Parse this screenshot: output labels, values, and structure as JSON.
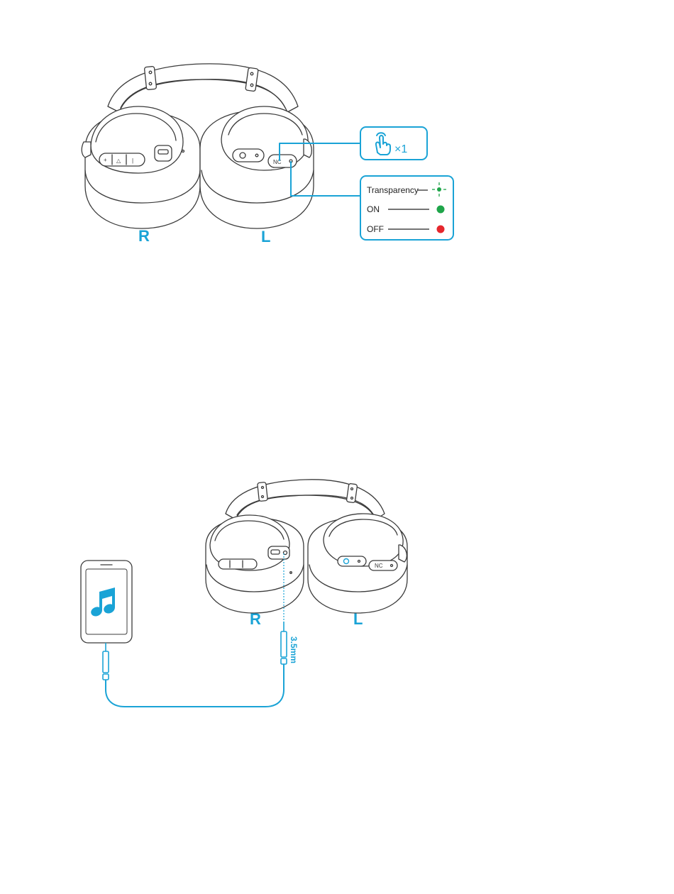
{
  "figure1": {
    "right_label": "R",
    "left_label": "L",
    "nc_button_label": "NC",
    "tap_count": "×1",
    "legend": [
      {
        "label": "Transparency",
        "indicator": "blinking",
        "color": "#1fa54a"
      },
      {
        "label": "ON",
        "indicator": "solid",
        "color": "#1fa54a"
      },
      {
        "label": "OFF",
        "indicator": "solid",
        "color": "#e5272d"
      }
    ]
  },
  "figure2": {
    "right_label": "R",
    "left_label": "L",
    "nc_button_label": "NC",
    "jack_label": "3.5mm",
    "phone_icon": "music-note-icon"
  },
  "colors": {
    "accent": "#1aa3d6",
    "line": "#3b3b3b",
    "on": "#1fa54a",
    "off": "#e5272d"
  }
}
